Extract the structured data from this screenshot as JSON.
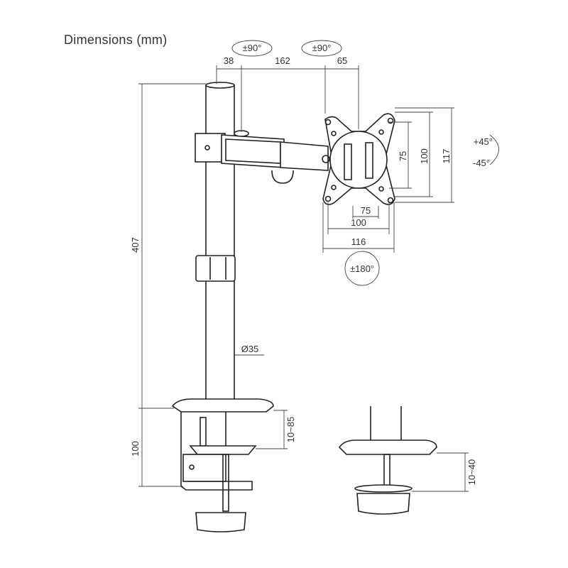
{
  "title": "Dimensions (mm)",
  "dimensions": {
    "top_offset": "38",
    "arm_length": "162",
    "plate_offset": "65",
    "pole_height": "407",
    "pole_diameter": "Ø35",
    "clamp_height": "100",
    "clamp_range": "10~85",
    "grommet_range": "10~40",
    "vesa_small_v": "75",
    "vesa_large_v": "100",
    "plate_height": "117",
    "vesa_small_h": "75",
    "vesa_large_h": "100",
    "plate_width": "116"
  },
  "rotations": {
    "arm_swivel": "±90°",
    "head_swivel": "±90°",
    "tilt_up": "+45°",
    "tilt_down": "-45°",
    "rotation": "±180°"
  }
}
